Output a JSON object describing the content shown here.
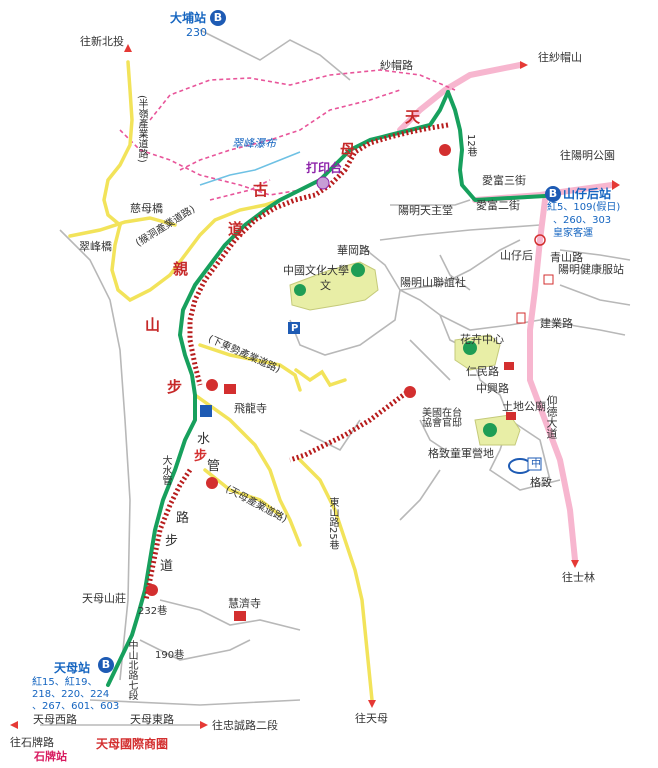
{
  "map": {
    "stations": {
      "dapu": {
        "name": "大埔站",
        "route": "230"
      },
      "shanzaihou": {
        "name": "山仔后站",
        "routes": [
          "紅5、109(假日)",
          "、260、303",
          "皇家客運"
        ]
      },
      "tianmu": {
        "name": "天母站",
        "routes": [
          "紅15、紅19、",
          "218、220、224",
          "、267、601、603"
        ]
      }
    },
    "trail_name_chars": [
      "天",
      "母",
      "古",
      "道",
      "親",
      "山",
      "步"
    ],
    "water_trail_chars": [
      "水",
      "管",
      "路",
      "步",
      "道"
    ],
    "directions": {
      "to_xinbeitou": "往新北投",
      "to_shamaoshan": "往紗帽山",
      "to_yangmingpark": "往陽明公園",
      "to_shilin": "往士林",
      "to_tianmu": "往天母",
      "to_zhongcheng": "往忠誠路二段",
      "to_shipai": "往石牌路",
      "shipai_station": "石牌站"
    },
    "roads": {
      "shamao": "紗帽路",
      "aifu3": "愛富三街",
      "aifu2": "愛富二街",
      "lane12": "12巷",
      "qingshan": "青山路",
      "huagang": "華岡路",
      "jianye": "建業路",
      "renmin": "仁民路",
      "zhongxing": "中興路",
      "yangde": "仰德大道",
      "dongshan25": "東山路25巷",
      "zhongshan7": "中山北路七段",
      "lane190": "190巷",
      "lane232": "232巷",
      "tianmu_w": "天母西路",
      "tianmu_e": "天母東路",
      "industry_half": "(半嶺產業道路)",
      "industry_cimu": "(猴洞產業道路)",
      "industry_xiadong": "(下東勢產業道路)",
      "industry_tianmu": "(天母產業道路)",
      "dashuiguan": "大水管"
    },
    "landmarks": {
      "cuifeng_falls": "翠峰瀑布",
      "daoyin": "打印台",
      "yangming_church": "陽明天主堂",
      "pccu": "中國文化大學",
      "wen": "文",
      "yangming_guest": "陽明山聯誼社",
      "shanzaihou": "山仔后",
      "health_station": "陽明健康服站",
      "feilong": "飛龍寺",
      "flower_center": "花卉中心",
      "us_residence": "美國在台\n協會官邸",
      "tudigong": "土地公廟",
      "gezhi_camp": "格致童軍營地",
      "gezhi": "格致",
      "zhong": "中",
      "huiji": "慧濟寺",
      "tianmu_villa": "天母山莊",
      "cimu_bridge": "慈母橋",
      "cuifeng_bridge": "翠峰橋",
      "mall": "天母國際商圈",
      "parking": "P"
    },
    "colors": {
      "green_route": "#17a05d",
      "red_trail": "#b71c1c",
      "yellow_road": "#f2e35a",
      "pink_road": "#f7b6cf",
      "pink_dashed": "#e8559a",
      "bus_blue": "#1e5bb4"
    }
  }
}
